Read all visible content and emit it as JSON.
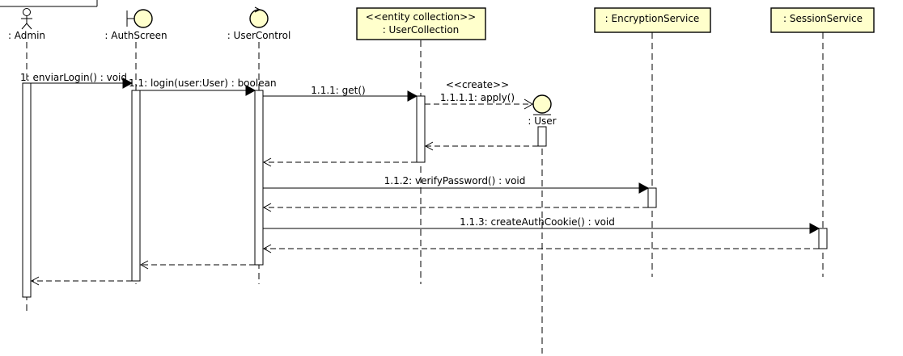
{
  "participants": {
    "admin": ": Admin",
    "auth_screen": ": AuthScreen",
    "user_control": ": UserControl",
    "user_collection_stereotype": "<<entity collection>>",
    "user_collection": ": UserCollection",
    "encryption_service": ": EncryptionService",
    "session_service": ": SessionService",
    "user": ": User"
  },
  "messages": {
    "m1": "1: enviarLogin() : void",
    "m1_1": "1.1: login(user:User) : boolean",
    "m1_1_1": "1.1.1: get()",
    "create_stereotype": "<<create>>",
    "m1_1_1_1": "1.1.1.1: apply()",
    "m1_1_2": "1.1.2: verifyPassword() : void",
    "m1_1_3": "1.1.3: createAuthCookie() : void"
  }
}
